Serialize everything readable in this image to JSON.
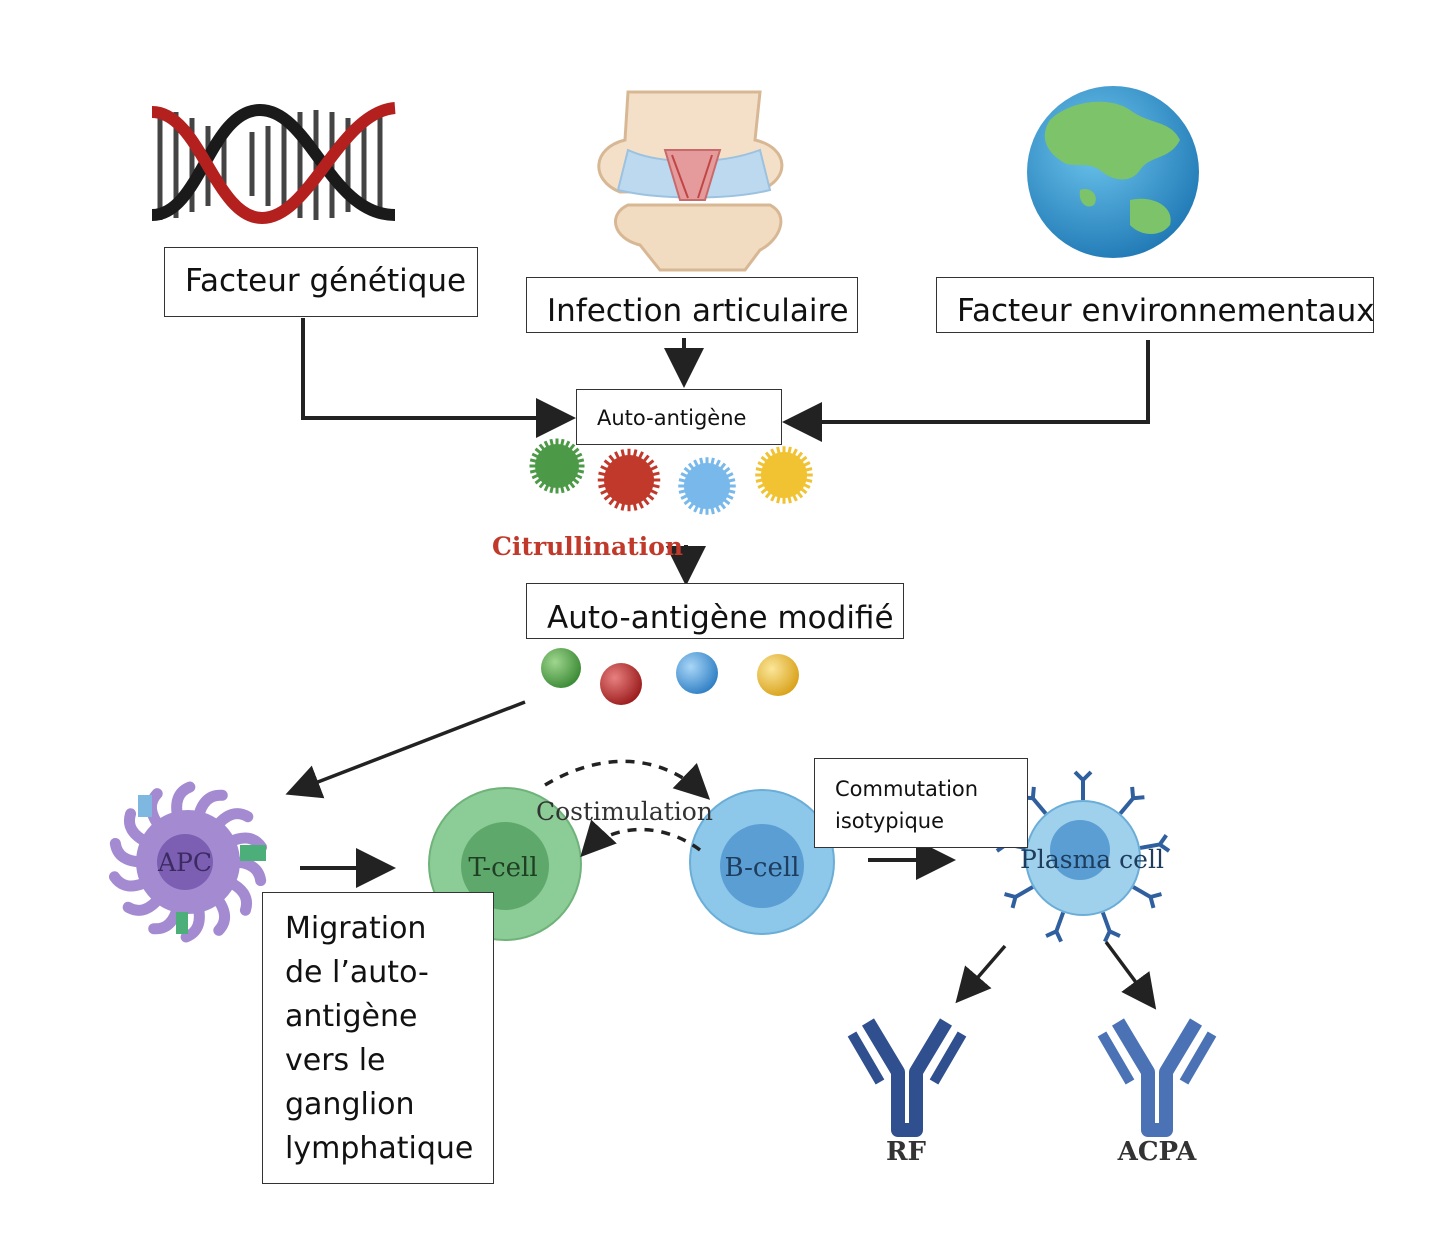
{
  "boxes": {
    "genetique": "Facteur génétique",
    "infection": "Infection articulaire",
    "environnement": "Facteur environnementaux",
    "auto_antigene": "Auto-antigène",
    "auto_antigene_modifie": "Auto-antigène modifié",
    "commutation": "Commutation isotypique",
    "migration": "Migration de l’auto-antigène vers le ganglion lymphatique"
  },
  "labels": {
    "citrullination": "Citrullination",
    "costimulation": "Costimulation",
    "apc": "APC",
    "t_cell": "T-cell",
    "b_cell": "B-cell",
    "plasma_cell": "Plasma cell",
    "rf": "RF",
    "acpa": "ACPA"
  },
  "colors": {
    "arrow": "#222222",
    "citrullination": "#c0392b",
    "apc": "#9b7fc9",
    "t_cell": "#7fc68a",
    "b_cell": "#7dbde3",
    "plasma_cell": "#8fc8e8",
    "antibody": "#2f4f8f",
    "antigen_green": "#4c9a47",
    "antigen_red": "#c0392b",
    "antigen_blue": "#5aa8e0",
    "antigen_yellow": "#f1c232"
  },
  "icons": [
    "dna-icon",
    "knee-joint-icon",
    "earth-globe-icon",
    "antibody-icon"
  ]
}
